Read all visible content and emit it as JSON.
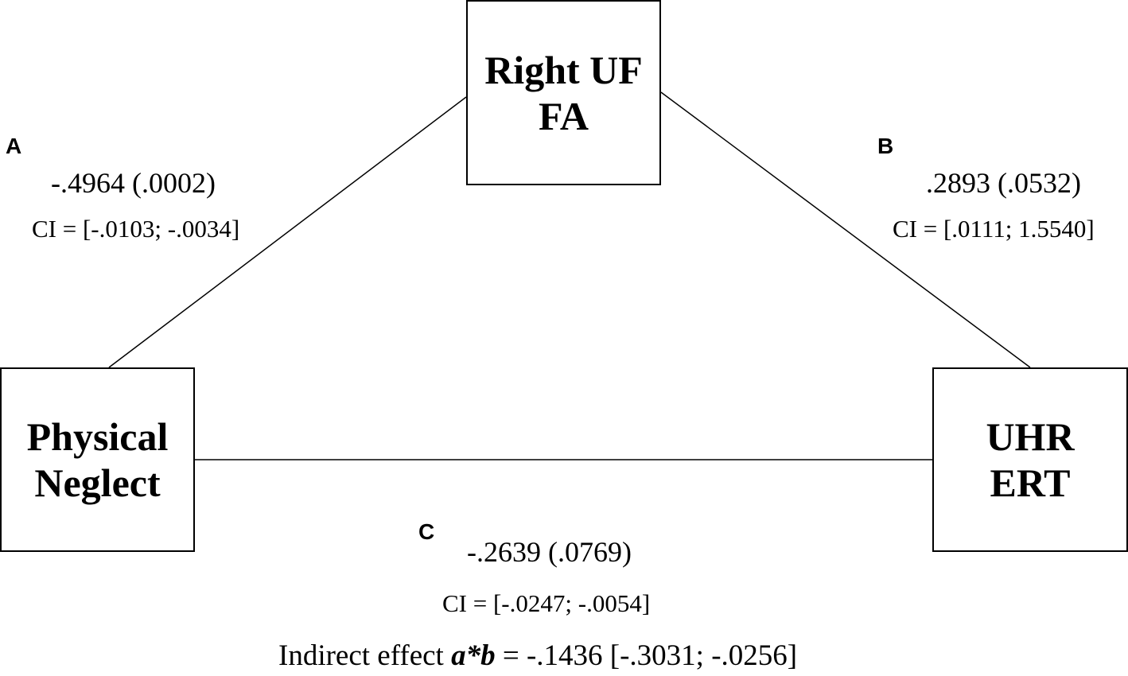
{
  "nodes": {
    "mediator": {
      "line1": "Right UF",
      "line2": "FA"
    },
    "predictor": {
      "line1": "Physical",
      "line2": "Neglect"
    },
    "outcome": {
      "line1": "UHR",
      "line2": "ERT"
    }
  },
  "paths": {
    "a": {
      "letter": "A",
      "coefficient": "-.4964 (.0002)",
      "ci": "CI = [-.0103; -.0034]"
    },
    "b": {
      "letter": "B",
      "coefficient": ".2893 (.0532)",
      "ci": "CI = [.0111; 1.5540]"
    },
    "c": {
      "letter": "C",
      "coefficient": "-.2639 (.0769)",
      "ci": "CI = [-.0247; -.0054]"
    }
  },
  "indirect": {
    "prefix": "Indirect effect ",
    "term": "a*b",
    "value": " = -.1436 [-.3031; -.0256]"
  }
}
